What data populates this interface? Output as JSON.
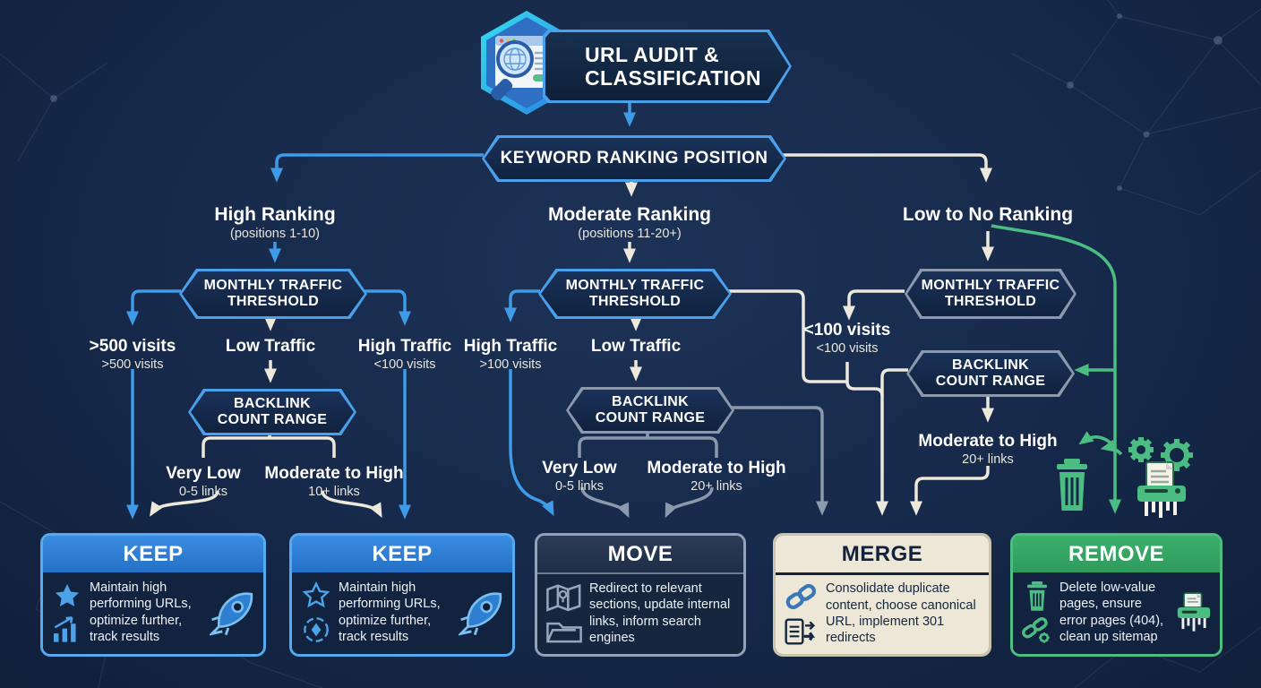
{
  "header": {
    "title_line1": "URL AUDIT &",
    "title_line2": "CLASSIFICATION",
    "icon": "magnifier-browser-icon"
  },
  "root": {
    "label": "KEYWORD RANKING POSITION"
  },
  "branches": {
    "high": {
      "title": "High Ranking",
      "subtitle": "(positions 1-10)"
    },
    "moderate": {
      "title": "Moderate Ranking",
      "subtitle": "(positions 11-20+)"
    },
    "low": {
      "title": "Low to No Ranking"
    }
  },
  "nodes": {
    "mtt": {
      "line1": "MONTHLY TRAFFIC",
      "line2": "THRESHOLD"
    },
    "backlink": {
      "line1": "BACKLINK",
      "line2": "COUNT RANGE"
    }
  },
  "labels": {
    "visits500": {
      "title": ">500 visits",
      "subtitle": ">500 visits"
    },
    "low_traffic_left": {
      "title": "Low Traffic"
    },
    "high_traffic_left": {
      "title": "High Traffic",
      "subtitle": "<100 visits"
    },
    "high_traffic_mid": {
      "title": "High Traffic",
      "subtitle": ">100 visits"
    },
    "low_traffic_mid": {
      "title": "Low Traffic"
    },
    "visits100": {
      "title": "<100 visits",
      "subtitle": "<100 visits"
    },
    "very_low_left": {
      "title": "Very Low",
      "subtitle": "0-5 links"
    },
    "mod_high_left": {
      "title": "Moderate to High",
      "subtitle": "10+ links"
    },
    "very_low_mid": {
      "title": "Very Low",
      "subtitle": "0-5 links"
    },
    "mod_high_mid": {
      "title": "Moderate to High",
      "subtitle": "20+ links"
    },
    "mod_high_right": {
      "title": "Moderate to High",
      "subtitle": "20+ links"
    }
  },
  "cards": {
    "keep1": {
      "title": "KEEP",
      "description": "Maintain high performing URLs, optimize further, track results",
      "icons": [
        "star-icon",
        "bar-chart-icon",
        "rocket-icon"
      ]
    },
    "keep2": {
      "title": "KEEP",
      "description": "Maintain high performing URLs, optimize further, track results",
      "icons": [
        "star-outline-icon",
        "optimize-cycle-icon",
        "rocket-icon"
      ]
    },
    "move": {
      "title": "MOVE",
      "description": "Redirect to relevant sections, update internal links, inform search engines",
      "icons": [
        "map-icon",
        "folder-icon"
      ]
    },
    "merge": {
      "title": "MERGE",
      "description": "Consolidate duplicate content, choose canonical URL, implement 301 redirects",
      "icons": [
        "chain-link-icon",
        "document-redirect-icon"
      ]
    },
    "remove": {
      "title": "REMOVE",
      "description": "Delete low-value pages, ensure error pages (404), clean up sitemap",
      "icons": [
        "trash-icon",
        "broken-link-gear-icon",
        "shredder-icon"
      ]
    }
  },
  "decorations": {
    "icons": [
      "trash-icon",
      "recycle-arrow-icon",
      "gears-icon",
      "shredder-icon",
      "network-constellation"
    ]
  },
  "colors": {
    "background": "#16294a",
    "accent_blue": "#4aa0ea",
    "line_white": "#ece8db",
    "line_gray": "#8b99ac",
    "green": "#4bbd82",
    "keep_header": "#2b7ed6",
    "move_header": "#26354e",
    "merge_bg": "#ece7d6",
    "remove_header": "#35aa66"
  }
}
